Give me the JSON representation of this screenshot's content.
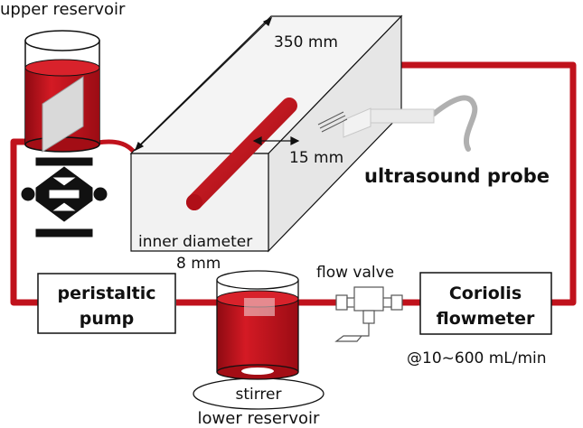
{
  "labels": {
    "upper_reservoir": "upper reservoir",
    "tank_length": "350 mm",
    "depth": "15 mm",
    "ultrasound_probe": "ultrasound probe",
    "inner_diameter": "inner diameter",
    "diameter_value": "8 mm",
    "flow_valve": "flow valve",
    "peristaltic_line1": "peristaltic",
    "peristaltic_line2": "pump",
    "coriolis_line1": "Coriolis",
    "coriolis_line2": "flowmeter",
    "flow_range": "@10~600 mL/min",
    "stirrer": "stirrer",
    "lower_reservoir": "lower reservoir"
  },
  "colors": {
    "fluid": "#c0121c",
    "tube": "#c0121c",
    "box_fill": "#f2f2f2",
    "outline": "#111111",
    "device_fill": "#ffffff"
  }
}
